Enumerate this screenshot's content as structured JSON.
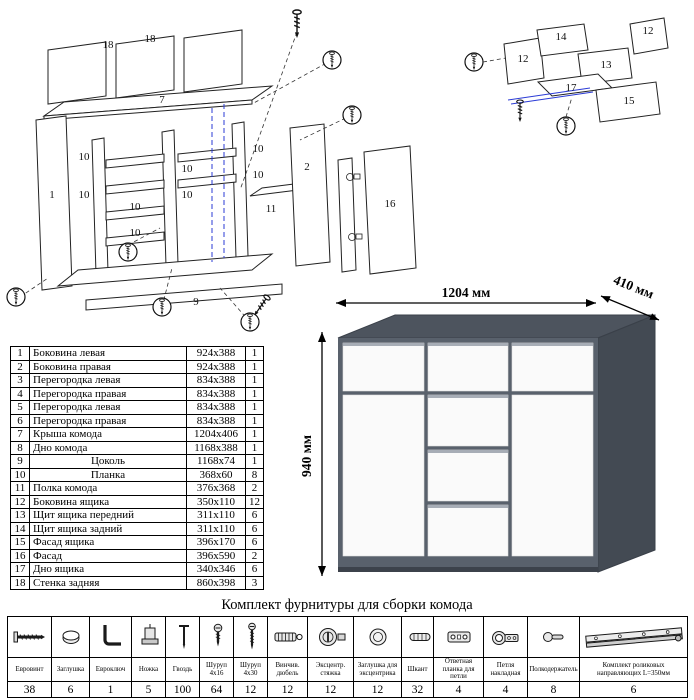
{
  "colors": {
    "chest_body": "#59616c",
    "chest_top": "#4d545e",
    "chest_side": "#434a53",
    "fronts": "#fafafa",
    "accent_blue": "#2b3bd6"
  },
  "chest": {
    "width": "1204 мм",
    "depth": "410 мм",
    "height": "940 мм"
  },
  "diagram": {
    "main_labels": [
      "18",
      "18",
      "7",
      "1",
      "10",
      "10",
      "10",
      "10",
      "10",
      "10",
      "10",
      "10",
      "2",
      "11",
      "9",
      "16"
    ],
    "detail_labels": [
      "12",
      "14",
      "13",
      "17",
      "15",
      "12"
    ]
  },
  "parts": {
    "rows": [
      {
        "num": "1",
        "name": "Боковина левая",
        "size": "924x388",
        "qty": "1"
      },
      {
        "num": "2",
        "name": "Боковина правая",
        "size": "924x388",
        "qty": "1"
      },
      {
        "num": "3",
        "name": "Перегородка левая",
        "size": "834x388",
        "qty": "1"
      },
      {
        "num": "4",
        "name": "Перегородка правая",
        "size": "834x388",
        "qty": "1"
      },
      {
        "num": "5",
        "name": "Перегородка левая",
        "size": "834x388",
        "qty": "1"
      },
      {
        "num": "6",
        "name": "Перегородка правая",
        "size": "834x388",
        "qty": "1"
      },
      {
        "num": "7",
        "name": "Крыша комода",
        "size": "1204x406",
        "qty": "1"
      },
      {
        "num": "8",
        "name": "Дно комода",
        "size": "1168x388",
        "qty": "1"
      },
      {
        "num": "9",
        "name": "Цоколь",
        "size": "1168x74",
        "qty": "1"
      },
      {
        "num": "10",
        "name": "Планка",
        "size": "368x60",
        "qty": "8"
      },
      {
        "num": "11",
        "name": "Полка комода",
        "size": "376x368",
        "qty": "2"
      },
      {
        "num": "12",
        "name": "Боковина ящика",
        "size": "350x110",
        "qty": "12"
      },
      {
        "num": "13",
        "name": "Щит ящика передний",
        "size": "311x110",
        "qty": "6"
      },
      {
        "num": "14",
        "name": "Щит ящика задний",
        "size": "311x110",
        "qty": "6"
      },
      {
        "num": "15",
        "name": "Фасад ящика",
        "size": "396x170",
        "qty": "6"
      },
      {
        "num": "16",
        "name": "Фасад",
        "size": "396x590",
        "qty": "2"
      },
      {
        "num": "17",
        "name": "Дно ящика",
        "size": "340x346",
        "qty": "6"
      },
      {
        "num": "18",
        "name": "Стенка задняя",
        "size": "860x398",
        "qty": "3"
      }
    ]
  },
  "hardware": {
    "title": "Комплект фурнитуры для сборки комода",
    "items": [
      {
        "name": "Евровинт",
        "qty": "38",
        "icon": "euro-screw-icon"
      },
      {
        "name": "Заглушка",
        "qty": "6",
        "icon": "plug-icon"
      },
      {
        "name": "Евроключ",
        "qty": "1",
        "icon": "hex-key-icon"
      },
      {
        "name": "Ножка",
        "qty": "5",
        "icon": "leg-icon"
      },
      {
        "name": "Гвоздь",
        "qty": "100",
        "icon": "nail-icon"
      },
      {
        "name": "Шуруп 4х16",
        "qty": "64",
        "icon": "screw-4x16-icon"
      },
      {
        "name": "Шуруп 4х30",
        "qty": "12",
        "icon": "screw-4x30-icon"
      },
      {
        "name": "Винчив. дюбель",
        "qty": "12",
        "icon": "screw-dowel-icon"
      },
      {
        "name": "Эксцентр. стяжка",
        "qty": "12",
        "icon": "cam-lock-icon"
      },
      {
        "name": "Заглушка для эксцентрика",
        "qty": "12",
        "icon": "cam-cap-icon"
      },
      {
        "name": "Шкант",
        "qty": "32",
        "icon": "dowel-icon"
      },
      {
        "name": "Ответная планка для петли",
        "qty": "4",
        "icon": "hinge-plate-icon"
      },
      {
        "name": "Петля накладная",
        "qty": "4",
        "icon": "hinge-icon"
      },
      {
        "name": "Полкодержатель",
        "qty": "8",
        "icon": "shelf-pin-icon"
      },
      {
        "name": "Комплект роликовых направляющих L=350мм",
        "qty": "6",
        "icon": "roller-guide-icon"
      }
    ]
  }
}
